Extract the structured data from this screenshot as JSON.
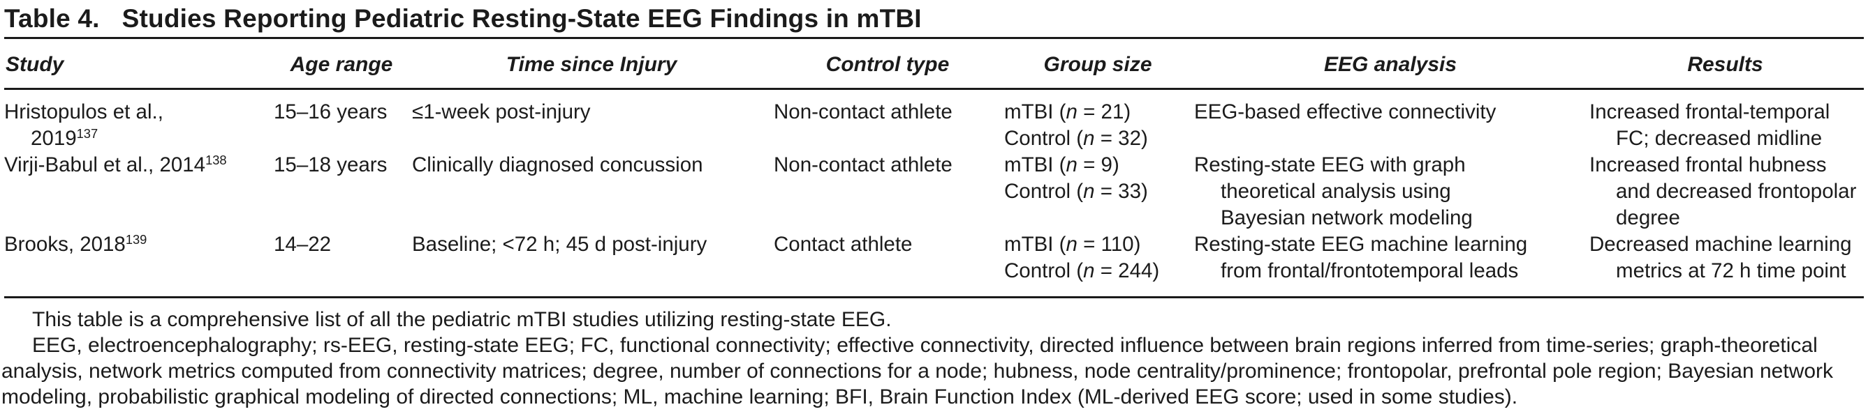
{
  "title": {
    "label": "Table 4.",
    "text": "Studies Reporting Pediatric Resting-State EEG Findings in mTBI"
  },
  "table": {
    "headers": [
      "Study",
      "Age range",
      "Time since Injury",
      "Control type",
      "Group size",
      "EEG analysis",
      "Results"
    ],
    "rows": [
      {
        "study_lines": [
          "Hristopulos et al.,",
          "2019"
        ],
        "study_ref": "137",
        "age_range": "15–16 years",
        "time_since_injury": "≤1-week post-injury",
        "control_type": "Non-contact athlete",
        "group_size": [
          "mTBI (n = 21)",
          "Control (n = 32)"
        ],
        "eeg_analysis_lines": [
          "EEG-based effective connectivity"
        ],
        "results_lines": [
          "Increased frontal-temporal",
          "FC; decreased midline"
        ]
      },
      {
        "study_lines": [
          "Virji-Babul et al., 2014"
        ],
        "study_ref": "138",
        "age_range": "15–18 years",
        "time_since_injury": "Clinically diagnosed concussion",
        "control_type": "Non-contact athlete",
        "group_size": [
          "mTBI (n = 9)",
          "Control (n = 33)"
        ],
        "eeg_analysis_lines": [
          "Resting-state EEG with graph",
          "theoretical analysis using",
          "Bayesian network modeling"
        ],
        "results_lines": [
          "Increased frontal hubness",
          "and decreased frontopolar",
          "degree"
        ]
      },
      {
        "study_lines": [
          "Brooks, 2018"
        ],
        "study_ref": "139",
        "age_range": "14–22",
        "time_since_injury": "Baseline; <72 h; 45 d post-injury",
        "control_type": "Contact athlete",
        "group_size": [
          "mTBI (n = 110)",
          "Control (n = 244)"
        ],
        "eeg_analysis_lines": [
          "Resting-state EEG machine learning",
          "from frontal/frontotemporal leads"
        ],
        "results_lines": [
          "Decreased machine learning",
          "metrics at 72 h time point"
        ]
      }
    ]
  },
  "footnotes": [
    "This table is a comprehensive list of all the pediatric mTBI studies utilizing resting-state EEG.",
    "EEG, electroencephalography; rs-EEG, resting-state EEG; FC, functional connectivity; effective connectivity, directed influence between brain regions inferred from time-series; graph-theoretical analysis, network metrics computed from connectivity matrices; degree, number of connections for a node; hubness, node centrality/prominence; frontopolar, prefrontal pole region; Bayesian network modeling, probabilistic graphical modeling of directed connections; ML, machine learning; BFI, Brain Function Index (ML-derived EEG score; used in some studies)."
  ]
}
